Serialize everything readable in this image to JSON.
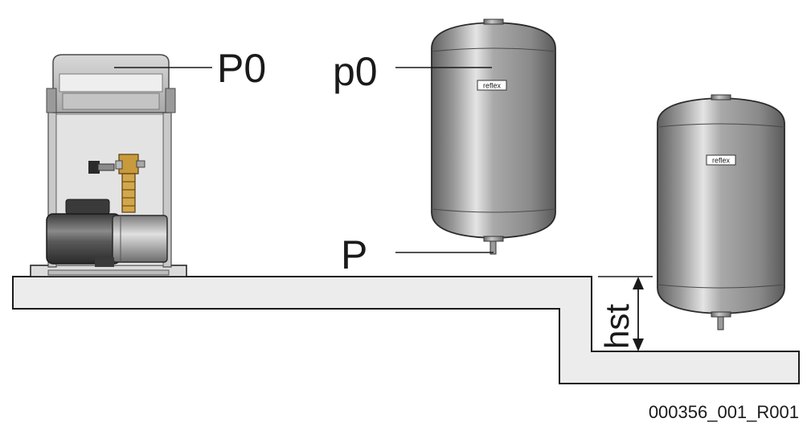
{
  "labels": {
    "unit_pressure": "P0",
    "vessel_precharge": "p0",
    "connection_pressure": "P",
    "static_height": "hst",
    "vessel_brand_left": "reflex",
    "vessel_brand_right": "reflex",
    "figure_code": "000356_001_R001"
  },
  "colors": {
    "line": "#1a1a1a",
    "floor_fill": "#ececec",
    "vessel_dark": "#7c7c7c",
    "vessel_light": "#d6d6d6",
    "brass": "#c89a3c"
  }
}
